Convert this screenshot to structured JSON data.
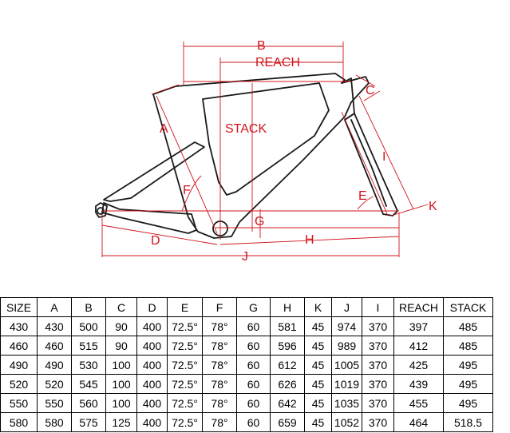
{
  "labels": {
    "A": "A",
    "B": "B",
    "C": "C",
    "D": "D",
    "E": "E",
    "F": "F",
    "G": "G",
    "H": "H",
    "I": "I",
    "J": "J",
    "K": "K",
    "reach": "REACH",
    "stack": "STACK"
  },
  "colors": {
    "frame": "#1a1a1a",
    "dimension": "#d0141c",
    "table_border": "#000000"
  },
  "table": {
    "headers": [
      "SIZE",
      "A",
      "B",
      "C",
      "D",
      "E",
      "F",
      "G",
      "H",
      "K",
      "J",
      "I",
      "REACH",
      "STACK"
    ],
    "rows": [
      [
        "430",
        "430",
        "500",
        "90",
        "400",
        "72.5°",
        "78°",
        "60",
        "581",
        "45",
        "974",
        "370",
        "397",
        "485"
      ],
      [
        "460",
        "460",
        "515",
        "90",
        "400",
        "72.5°",
        "78°",
        "60",
        "596",
        "45",
        "989",
        "370",
        "412",
        "485"
      ],
      [
        "490",
        "490",
        "530",
        "100",
        "400",
        "72.5°",
        "78°",
        "60",
        "612",
        "45",
        "1005",
        "370",
        "425",
        "495"
      ],
      [
        "520",
        "520",
        "545",
        "100",
        "400",
        "72.5°",
        "78°",
        "60",
        "626",
        "45",
        "1019",
        "370",
        "439",
        "495"
      ],
      [
        "550",
        "550",
        "560",
        "100",
        "400",
        "72.5°",
        "78°",
        "60",
        "642",
        "45",
        "1035",
        "370",
        "455",
        "495"
      ],
      [
        "580",
        "580",
        "575",
        "125",
        "400",
        "72.5°",
        "78°",
        "60",
        "659",
        "45",
        "1052",
        "370",
        "464",
        "518.5"
      ]
    ]
  }
}
